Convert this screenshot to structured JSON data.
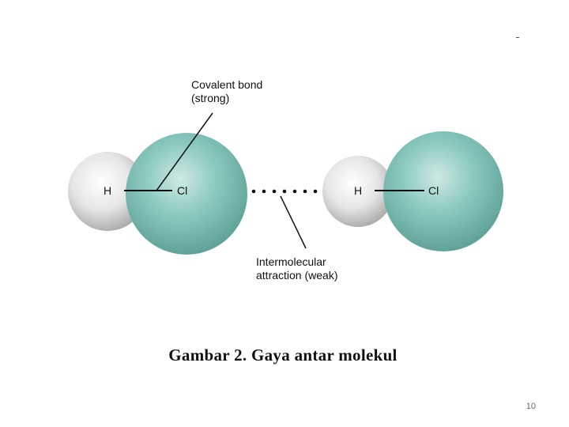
{
  "diagram": {
    "molecules": [
      {
        "atoms": [
          {
            "symbol": "H"
          },
          {
            "symbol": "Cl"
          }
        ]
      },
      {
        "atoms": [
          {
            "symbol": "H"
          },
          {
            "symbol": "Cl"
          }
        ]
      }
    ],
    "annotations": {
      "covalent_bond": {
        "line1": "Covalent bond",
        "line2": "(strong)"
      },
      "intermolecular": {
        "line1": "Intermolecular",
        "line2": "attraction (weak)"
      }
    },
    "colors": {
      "hydrogen": "#d9d9d9",
      "chlorine": "#7fbeb5",
      "bond": "#111111"
    }
  },
  "caption": "Gambar 2. Gaya antar molekul",
  "page_number": "10"
}
